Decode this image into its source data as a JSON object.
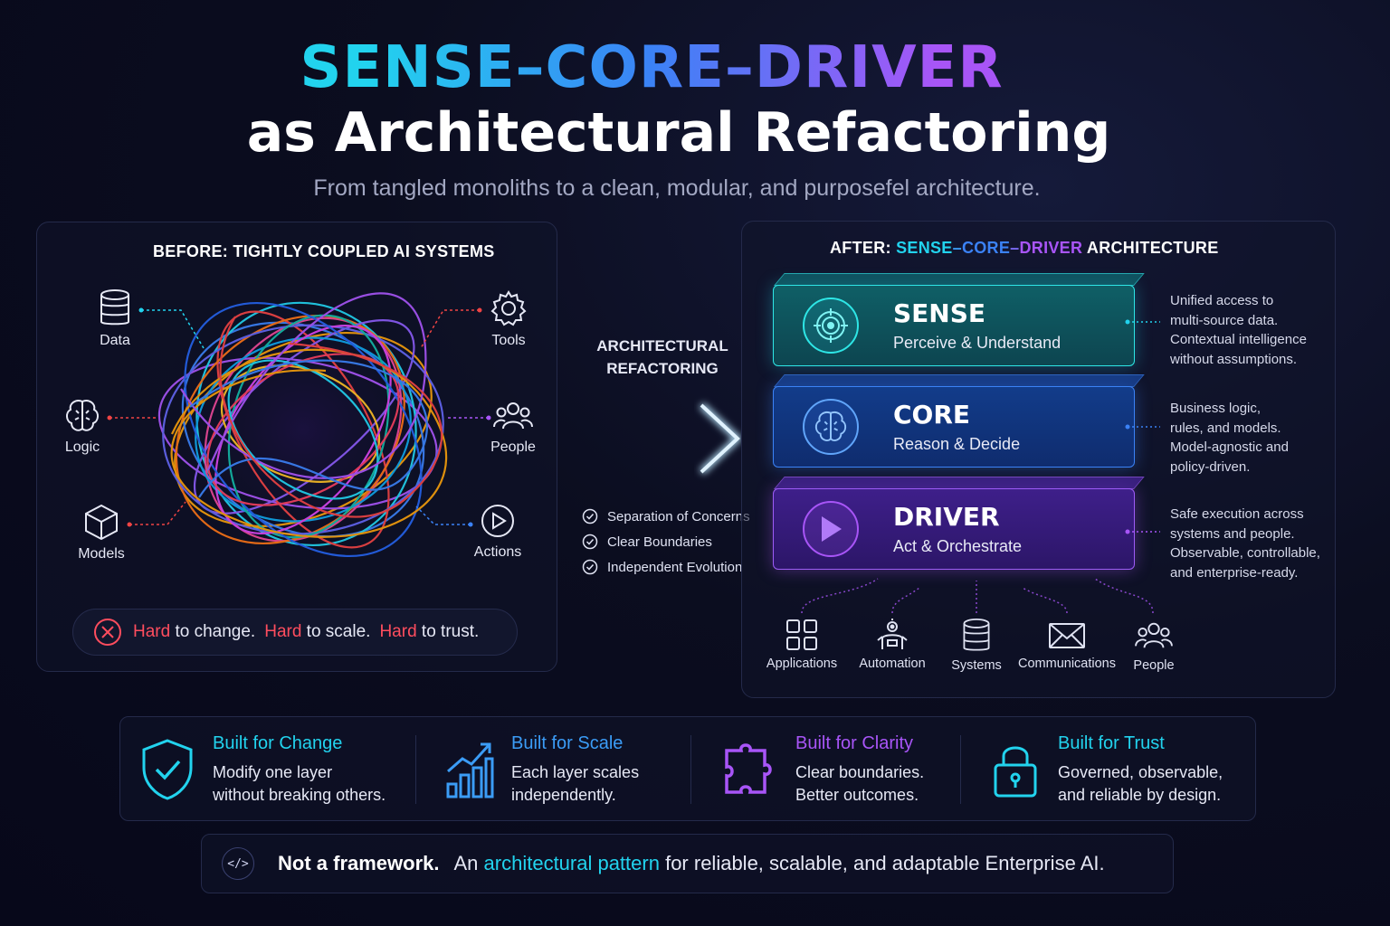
{
  "header": {
    "title_line1": "SENSE–CORE–DRIVER",
    "title_line2": "as Architectural Refactoring",
    "subtitle": "From tangled monoliths to a clean, modular, and purposefel architecture."
  },
  "before": {
    "title": "BEFORE: TIGHTLY COUPLED AI SYSTEMS",
    "items": [
      {
        "label": "Data",
        "icon": "database-icon"
      },
      {
        "label": "Tools",
        "icon": "gear-icon"
      },
      {
        "label": "Logic",
        "icon": "brain-icon"
      },
      {
        "label": "People",
        "icon": "people-icon"
      },
      {
        "label": "Models",
        "icon": "cube-icon"
      },
      {
        "label": "Actions",
        "icon": "play-icon"
      }
    ],
    "problem": {
      "part1_red": "Hard",
      "part1": " to change.",
      "part2_red": "Hard",
      "part2": " to scale.",
      "part3_red": "Hard",
      "part3": " to trust."
    }
  },
  "transition": {
    "label_line1": "ARCHITECTURAL",
    "label_line2": "REFACTORING",
    "checks": [
      "Separation of Concerns",
      "Clear Boundaries",
      "Independent Evolution"
    ]
  },
  "after": {
    "title_prefix": "AFTER: ",
    "title_sense": "SENSE",
    "title_dash1": "–",
    "title_core": "CORE",
    "title_dash2": "–",
    "title_driver": "DRIVER",
    "title_suffix": " ARCHITECTURE",
    "layers": [
      {
        "name": "SENSE",
        "subtitle": "Perceive & Understand",
        "icon": "target-icon",
        "description": [
          "Unified access to",
          "multi-source data.",
          "Contextual intelligence",
          "without assumptions."
        ]
      },
      {
        "name": "CORE",
        "subtitle": "Reason & Decide",
        "icon": "brain-icon",
        "description": [
          "Business logic,",
          "rules, and models.",
          "Model-agnostic and",
          "policy-driven."
        ]
      },
      {
        "name": "DRIVER",
        "subtitle": "Act & Orchestrate",
        "icon": "play-icon",
        "description": [
          "Safe execution across",
          "systems and people.",
          "Observable, controllable,",
          "and enterprise-ready."
        ]
      }
    ],
    "targets": [
      {
        "label": "Applications",
        "icon": "grid-icon"
      },
      {
        "label": "Automation",
        "icon": "robot-icon"
      },
      {
        "label": "Systems",
        "icon": "database-icon"
      },
      {
        "label": "Communications",
        "icon": "mail-icon"
      },
      {
        "label": "People",
        "icon": "people-icon"
      }
    ]
  },
  "features": [
    {
      "title": "Built for Change",
      "line1": "Modify one layer",
      "line2": "without breaking others.",
      "color": "#22d3ee",
      "icon": "shield-check-icon"
    },
    {
      "title": "Built for Scale",
      "line1": "Each layer scales",
      "line2": "independently.",
      "color": "#3b9cf6",
      "icon": "bar-chart-icon"
    },
    {
      "title": "Built for Clarity",
      "line1": "Clear boundaries.",
      "line2": "Better outcomes.",
      "color": "#a855f7",
      "icon": "puzzle-icon"
    },
    {
      "title": "Built for Trust",
      "line1": "Governed, observable,",
      "line2": "and reliable by design.",
      "color": "#22d3ee",
      "icon": "lock-icon"
    }
  ],
  "footer": {
    "icon_text": "</>",
    "strong": "Not a framework.",
    "lead": "An ",
    "highlight": "architectural pattern",
    "rest": " for reliable, scalable, and adaptable Enterprise AI."
  },
  "colors": {
    "sense": "#22d3ee",
    "core": "#3b82f6",
    "driver": "#a855f7",
    "problem": "#ff4d5e"
  }
}
